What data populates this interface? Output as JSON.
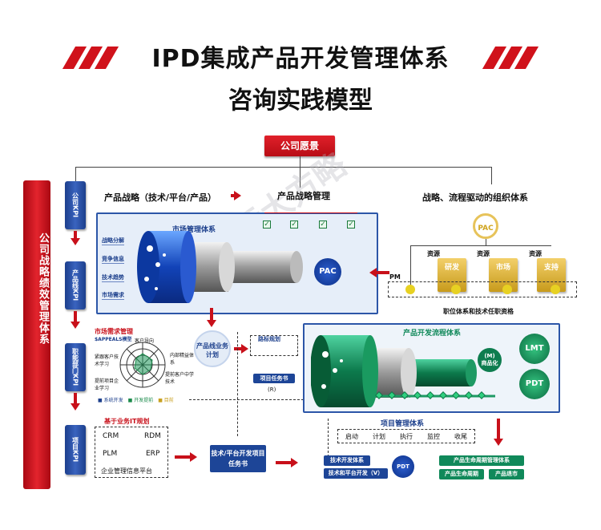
{
  "title": {
    "line1": "IPD集成产品开发管理体系",
    "line2": "咨询实践模型"
  },
  "vision": "公司愿景",
  "watermark": "远大方略",
  "left_bar": "公司战略绩效管理体系",
  "kpi": [
    "公司KPI",
    "产品线KPI",
    "职能部门KPI",
    "项目KPI"
  ],
  "top_labels": {
    "strategy": "产品战略（技术/平台/产品）",
    "strategy_mgmt": "产品战略管理",
    "org": "战略、流程驱动的组织体系"
  },
  "market": {
    "title": "市场管理体系",
    "tags": [
      "战略分解",
      "竞争信息",
      "技术趋势",
      "市场需求"
    ],
    "pac": "PAC"
  },
  "org_right": {
    "pac": "PAC",
    "resource": [
      "资源",
      "资源",
      "资源"
    ],
    "boxes": [
      "研发",
      "市场",
      "支持"
    ],
    "pm": "PM",
    "footer": "职位体系和技术任职资格"
  },
  "demand": {
    "title": "市场需求管理",
    "subtitle": "$APPEALS模型",
    "labels": [
      "客户导向",
      "内部精益体系",
      "提前客户中学技术",
      "提前项目企业学习",
      "紧跟客户技术学习"
    ],
    "legend": [
      "系统开发",
      "开发提前",
      "目前"
    ]
  },
  "it": {
    "title": "基于业务IT规划",
    "items": [
      "CRM",
      "RDM",
      "PLM",
      "ERP"
    ],
    "footer": "企业管理信息平台"
  },
  "productline_plan": "产品线业务计划",
  "roadmap": {
    "title": "路标规划",
    "task": "项目任务书",
    "r": "(R)"
  },
  "dev": {
    "title": "产品开发流程体系",
    "m": "(M)",
    "m2": "商品化",
    "lmt": "LMT",
    "pdt": "PDT"
  },
  "proj": {
    "title": "项目管理体系",
    "steps": [
      "启动",
      "计划",
      "执行",
      "监控",
      "收尾"
    ]
  },
  "task_book": "技术/平台开发项目任务书",
  "tech": {
    "a": "技术开发体系",
    "b": "技术和平台开发（V）",
    "pdt": "PDT"
  },
  "lifecycle": {
    "title": "产品生命周期管理体系",
    "a": "产品生命周期",
    "b": "产品退市"
  }
}
